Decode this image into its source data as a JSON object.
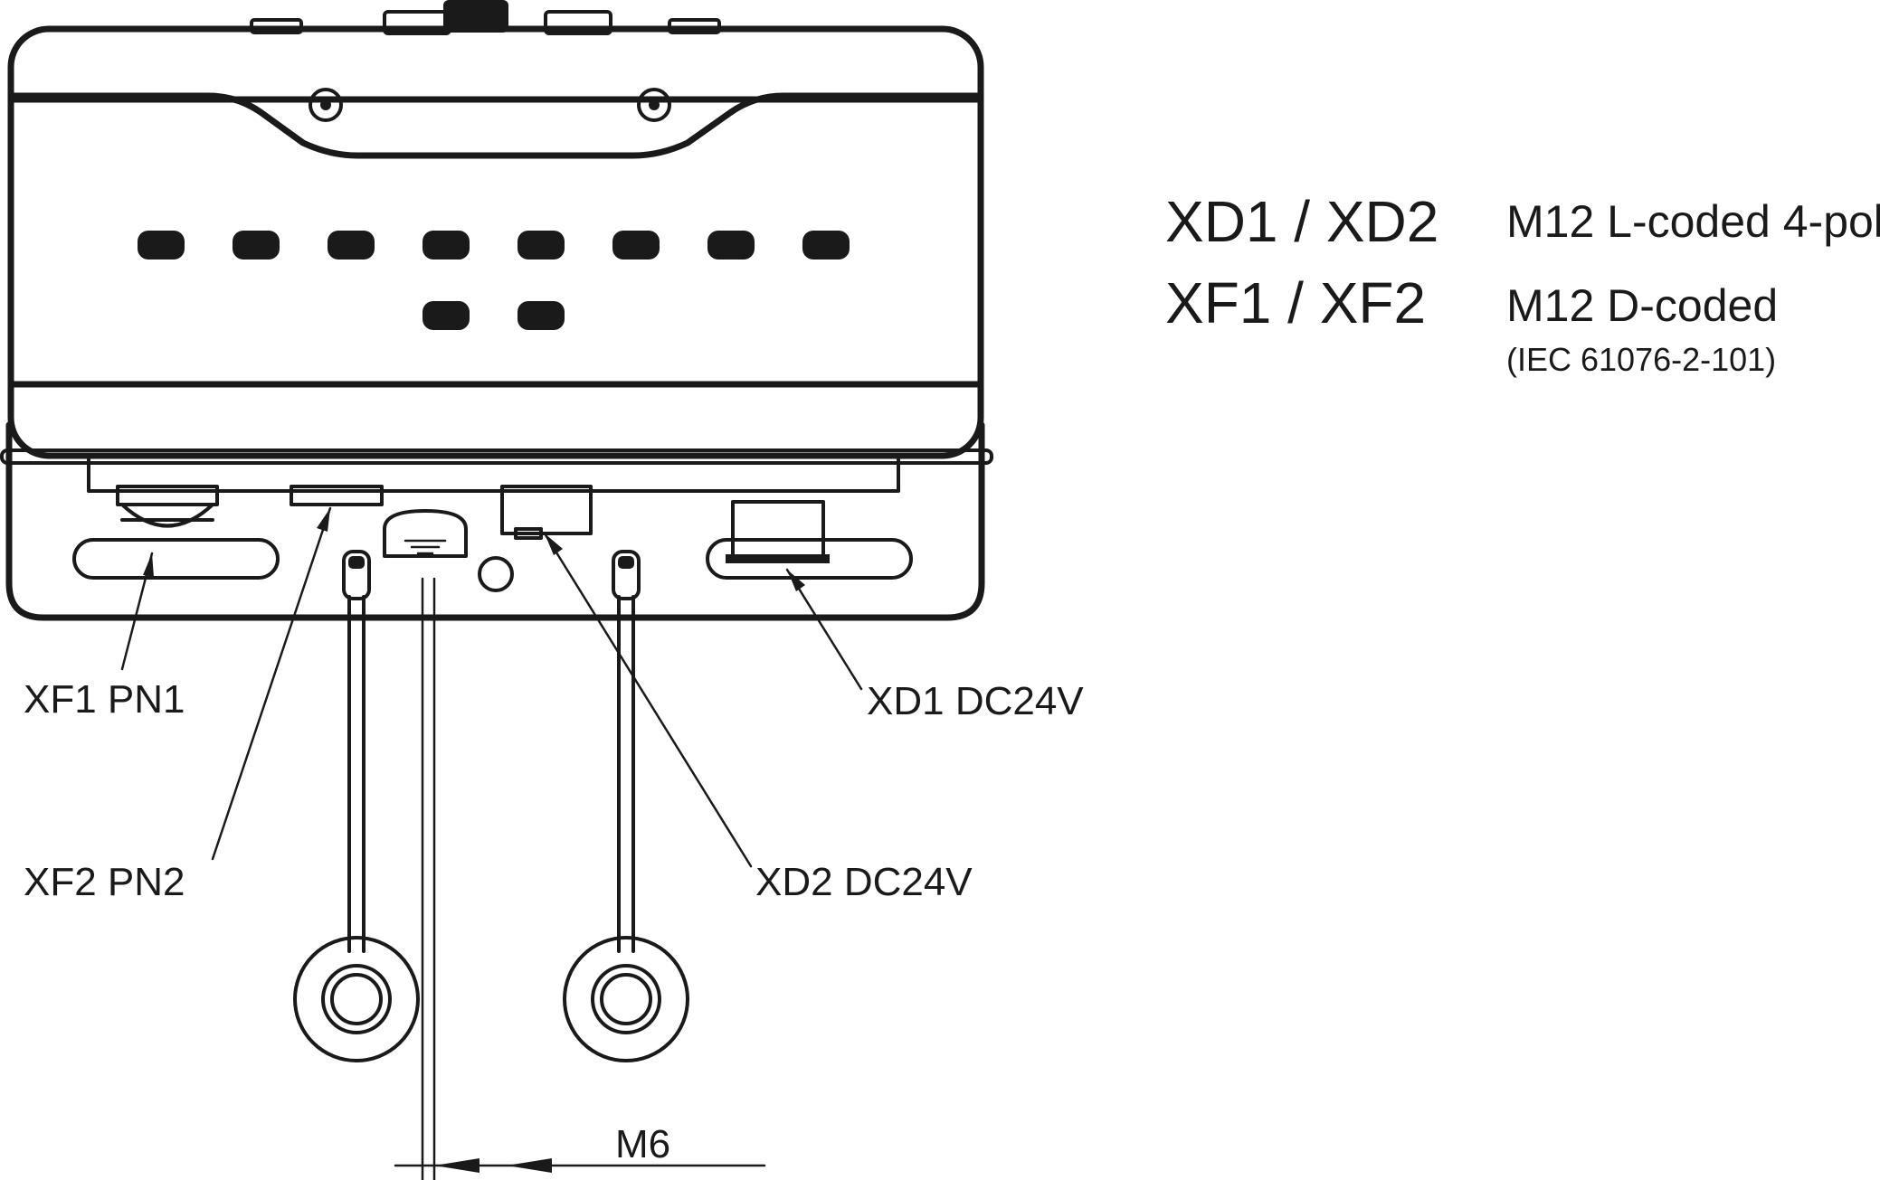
{
  "labels": {
    "xf1": "XF1 PN1",
    "xf2": "XF2 PN2",
    "xd1": "XD1 DC24V",
    "xd2": "XD2 DC24V",
    "thread": "M6"
  },
  "legend": [
    {
      "key": "XD1 / XD2",
      "value": "M12 L-coded 4-pol",
      "note": ""
    },
    {
      "key": "XF1 / XF2",
      "value": "M12 D-coded",
      "note": "(IEC 61076-2-101)"
    }
  ],
  "colors": {
    "line": "#1a1a1a",
    "background": "#ffffff"
  }
}
